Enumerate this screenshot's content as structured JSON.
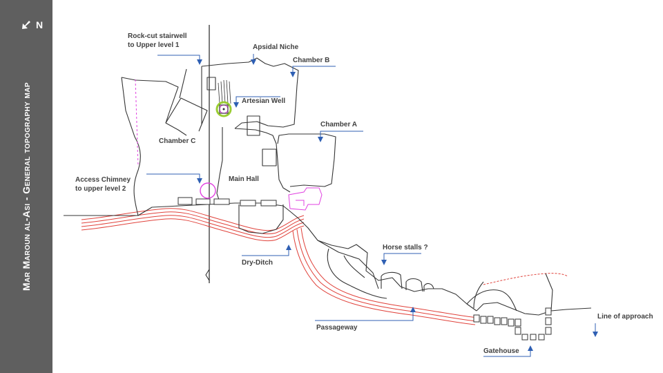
{
  "sidebar": {
    "title": "Mar Maroun al-Asi - General topography map",
    "north_label": "N"
  },
  "colors": {
    "sidebar_bg": "#5f5f5f",
    "sidebar_text": "#ffffff",
    "wall_lines": "#333333",
    "ditch_lines": "#e0413a",
    "leader_lines": "#2f5fb3",
    "highlight_magenta": "#e040e0",
    "well_ring": "#9acd32"
  },
  "labels": {
    "rock_cut_stairwell": [
      "Rock-cut stairwell",
      "to Upper level 1"
    ],
    "apsidal_niche": "Apsidal Niche",
    "chamber_b": "Chamber B",
    "artesian_well": "Artesian Well",
    "chamber_a": "Chamber A",
    "chamber_c": "Chamber C",
    "access_chimney": [
      "Access Chimney",
      "to upper level 2"
    ],
    "main_hall": "Main Hall",
    "horse_stalls": "Horse stalls ?",
    "dry_ditch": "Dry-Ditch",
    "passageway": "Passageway",
    "line_of_approach": "Line of approach",
    "gatehouse": "Gatehouse"
  }
}
